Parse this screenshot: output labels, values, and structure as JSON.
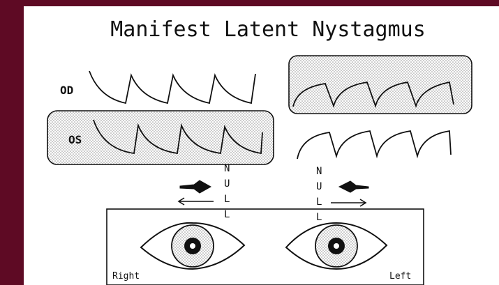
{
  "title": "Manifest Latent Nystagmus",
  "traces": {
    "od_label": "OD",
    "os_label": "OS"
  },
  "null_zone": {
    "left_letters": [
      "N",
      "U",
      "L",
      "L"
    ],
    "right_letters": [
      "N",
      "U",
      "L",
      "L"
    ]
  },
  "eyes": {
    "right_label": "Right",
    "left_label": "Left"
  },
  "colors": {
    "frame": "#5e0a24",
    "background": "#ffffff",
    "ink": "#111111",
    "stipple": "#9a9a9a"
  }
}
